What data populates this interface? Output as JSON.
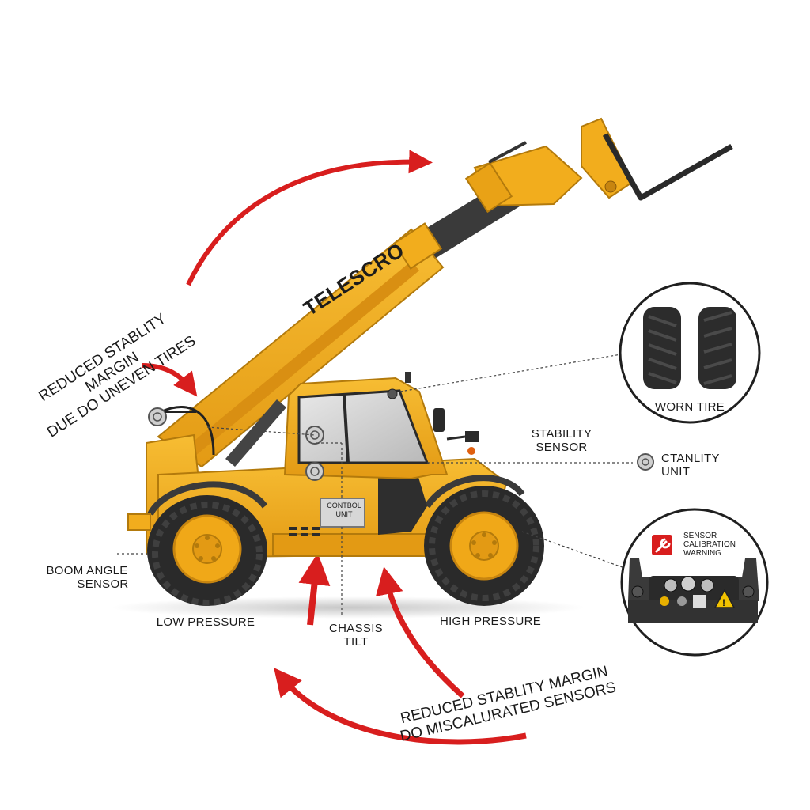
{
  "title_top": [
    "REDUCED STABLITY MARGIN",
    "DUE DO UNEVEN TIRES"
  ],
  "title_bottom": [
    "REDUCED STABLITY MARGIN",
    "DO MISCALURATED SENSORS"
  ],
  "brand_text": "TELESCRO",
  "labels": {
    "stability_sensor": [
      "STABILITY",
      "SENSOR"
    ],
    "stability_unit": [
      "CTANLITY",
      "UNIT"
    ],
    "worn_tire": "WORN TIRE",
    "boom_angle_sensor": [
      "BOOM ANGLE",
      "SENSOR"
    ],
    "low_pressure": "LOW PRESSURE",
    "chassis_tilt": [
      "CHASSIS",
      "TILT"
    ],
    "high_pressure": "HIGH PRESSURE",
    "control_unit": [
      "CONTBOL",
      "UNIT"
    ],
    "sensor_warning": [
      "SENSOR",
      "CALIBRATION",
      "WARNING"
    ]
  },
  "colors": {
    "body_yellow": "#f2ad1d",
    "body_shade": "#d98f12",
    "arrow_red": "#d81e1e",
    "tire_black": "#2a2a2a",
    "rim_yellow": "#f0a818"
  },
  "icons": [
    "wrench-icon",
    "warning-triangle-icon",
    "gauge-icon",
    "sensor-icon"
  ]
}
